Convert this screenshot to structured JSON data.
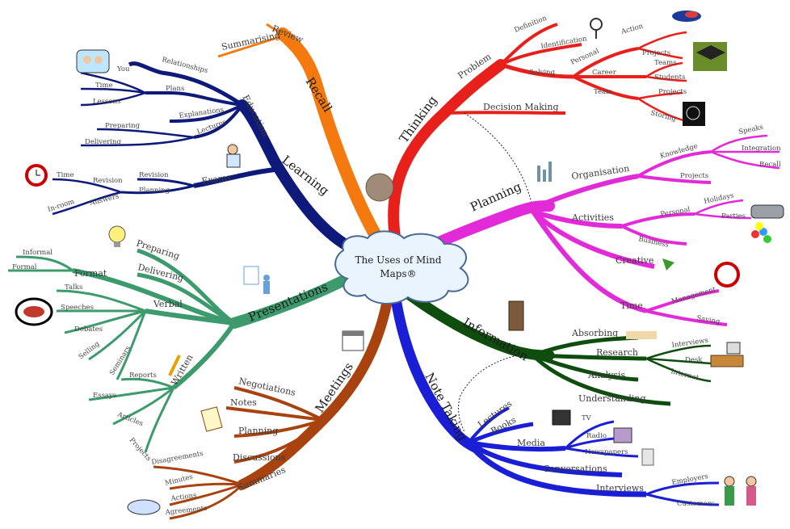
{
  "center": {
    "line1": "The Uses of Mind",
    "line2": "Maps®"
  },
  "colors": {
    "thinking": "#e8201b",
    "planning": "#e22ad8",
    "information": "#0f4d0f",
    "note_taking": "#1a1fd6",
    "meetings": "#a8420f",
    "presentations": "#3c9a6c",
    "learning": "#0d1a7a",
    "recall": "#f47a10"
  },
  "branches": {
    "recall": {
      "label": "Recall",
      "sub": [
        "Review",
        "Summarising"
      ]
    },
    "learning": {
      "label": "Learning",
      "sub": [
        "Education",
        "Exams"
      ],
      "education": [
        "Relationships",
        "Plans",
        "Explanations",
        "Lectures"
      ],
      "education_leaves": [
        "You",
        "Time",
        "Lessons",
        "Preparing",
        "Delivering"
      ],
      "exams": [
        "Revision",
        "Planning"
      ],
      "exams_leaves": [
        "Time",
        "Revision",
        "Answers",
        "In-room"
      ]
    },
    "presentations": {
      "label": "Presentations",
      "sub": [
        "Preparing",
        "Delivering",
        "Format",
        "Verbal",
        "Written"
      ],
      "format": [
        "Informal",
        "Formal"
      ],
      "verbal": [
        "Talks",
        "Speeches",
        "Debates",
        "Selling",
        "Seminars"
      ],
      "written": [
        "Reports",
        "Essays",
        "Articles",
        "Projects"
      ]
    },
    "meetings": {
      "label": "Meetings",
      "sub": [
        "Negotiations",
        "Notes",
        "Planning",
        "Discussions",
        "Summaries"
      ],
      "summaries": [
        "Disagreements",
        "Minutes",
        "Actions",
        "Agreements"
      ]
    },
    "thinking": {
      "label": "Thinking",
      "sub": [
        "Problem",
        "Decision Making"
      ],
      "problem": [
        "Definition",
        "Identification",
        "Solving"
      ],
      "solving": [
        "Personal",
        "Career",
        "Team"
      ],
      "leaves": [
        "Action",
        "Projects",
        "Teams",
        "Students",
        "Projects",
        "Storing"
      ]
    },
    "planning": {
      "label": "Planning",
      "sub": [
        "Organisation",
        "Activities",
        "Creative",
        "Time"
      ],
      "organisation": [
        "Knowledge",
        "Projects"
      ],
      "knowledge": [
        "Speaks",
        "Integration",
        "Recall"
      ],
      "activities": [
        "Personal",
        "Business"
      ],
      "personal": [
        "Holidays",
        "Parties"
      ],
      "time": [
        "Management",
        "Saving"
      ]
    },
    "information": {
      "label": "Information",
      "sub": [
        "Absorbing",
        "Research",
        "Analysis",
        "Understanding"
      ],
      "research": [
        "Interviews",
        "Desk",
        "Internet"
      ]
    },
    "note_taking": {
      "label": "Note Taking",
      "sub": [
        "Lectures",
        "Books",
        "Media",
        "Conversations",
        "Interviews"
      ],
      "media": [
        "TV",
        "Radio",
        "Newspapers"
      ],
      "interviews": [
        "Employers",
        "Customers"
      ]
    }
  }
}
